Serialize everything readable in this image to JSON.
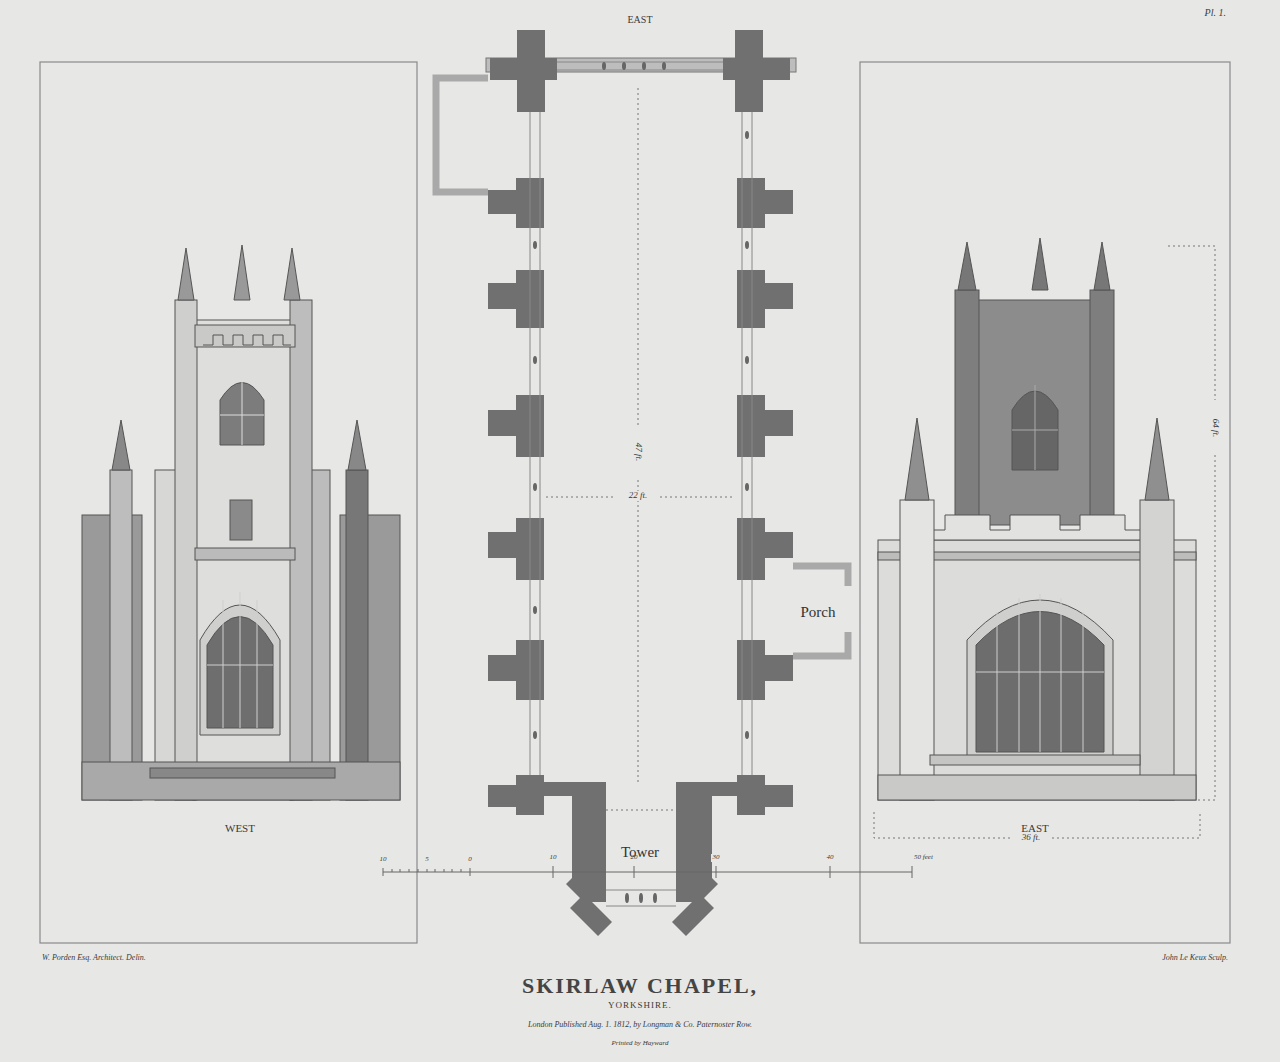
{
  "diagram": {
    "title": "SKIRLAW CHAPEL,",
    "caption": "YORKSHIRE.",
    "nodes": [
      {
        "text": [
          "Porch"
        ]
      },
      {
        "text": [
          "Tower"
        ]
      }
    ],
    "labels": [
      "EAST",
      "Pl. 1.",
      "WEST",
      "EAST",
      "47 ft.",
      "22 ft.",
      "64 ft.",
      "36 ft.",
      "10",
      "5",
      "0",
      "10",
      "20",
      "30",
      "40",
      "50 feet",
      "W. Porden Esq. Architect. Delin.",
      "John Le Keux Sculp.",
      "London Published Aug. 1. 1812, by Longman & Co. Paternoster Row.",
      "Printed by Hayward"
    ]
  }
}
